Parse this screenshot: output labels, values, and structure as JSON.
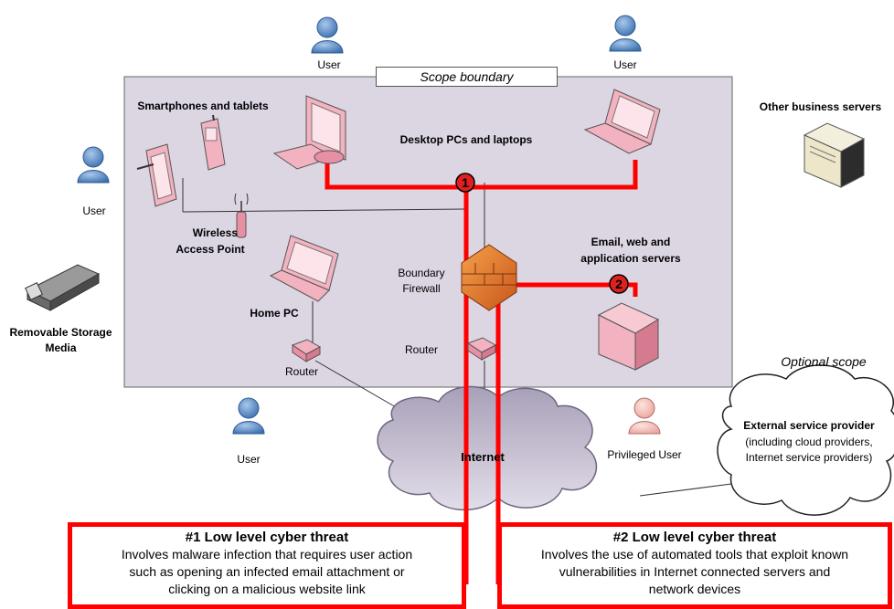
{
  "scope_boundary": "Scope boundary",
  "optional_scope": "Optional scope",
  "labels": {
    "user_top_left": "User",
    "user_top_right": "User",
    "user_left": "User",
    "user_bottom": "User",
    "privileged_user": "Privileged User",
    "smartphones": "Smartphones and tablets",
    "desktops": "Desktop PCs and laptops",
    "other_servers": "Other business servers",
    "wireless_ap_1": "Wireless",
    "wireless_ap_2": "Access Point",
    "email_servers_1": "Email, web and",
    "email_servers_2": "application servers",
    "boundary_firewall_1": "Boundary",
    "boundary_firewall_2": "Firewall",
    "home_pc": "Home PC",
    "router_left": "Router",
    "router_center": "Router",
    "internet": "Internet",
    "removable_1": "Removable Storage",
    "removable_2": "Media",
    "external_provider_title": "External service provider",
    "external_provider_1": "(including cloud providers,",
    "external_provider_2": "Internet service providers)",
    "marker_1": "1",
    "marker_2": "2"
  },
  "threats": [
    {
      "title": "#1 Low level cyber threat",
      "line1": "Involves malware infection that requires user action",
      "line2": "such as opening an infected email attachment or",
      "line3": "clicking on a malicious website link"
    },
    {
      "title": "#2 Low level cyber threat",
      "line1": "Involves the use of automated tools that exploit known",
      "line2": "vulnerabilities in Internet connected servers and",
      "line3": "network devices"
    }
  ],
  "colors": {
    "scope_fill": "#dcd6e3",
    "threat_red": "#ff0000",
    "device_pink": "#f3b2c0",
    "user_blue": "#5b8fc8",
    "privileged_pink": "#f7c6c0"
  }
}
